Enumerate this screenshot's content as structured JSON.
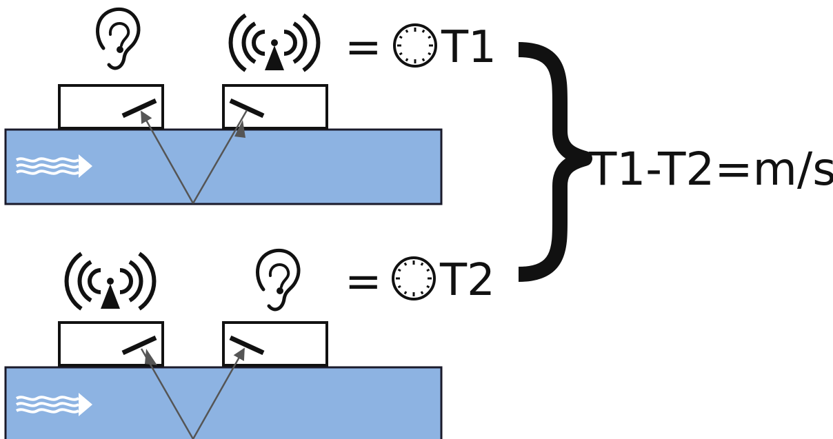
{
  "diagram": {
    "upper": {
      "left_icon": "ear-icon",
      "right_icon": "transmitter-icon",
      "equals": "=",
      "clock_icon": "clock-icon",
      "time_label": "T1"
    },
    "lower": {
      "left_icon": "transmitter-icon",
      "right_icon": "ear-icon",
      "equals": "=",
      "clock_icon": "clock-icon",
      "time_label": "T2"
    },
    "formula": "T1-T2=m/s",
    "flow_icon": "flow-arrow-icon"
  },
  "colors": {
    "water": "#8db3e2",
    "outline": "#111111",
    "beam": "#555555",
    "flow": "#ffffff"
  }
}
